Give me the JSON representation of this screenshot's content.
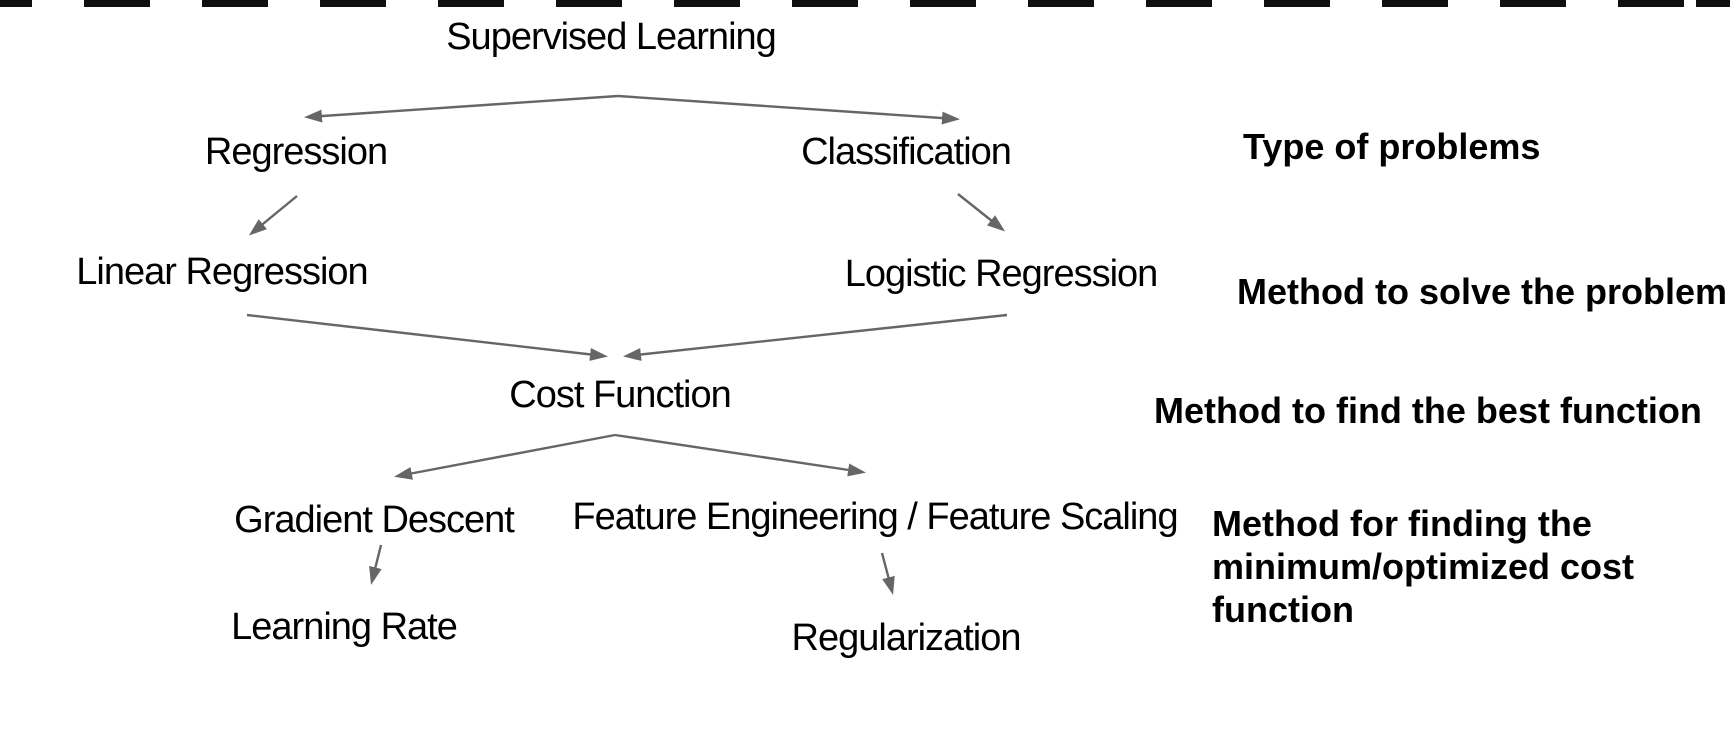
{
  "diagram": {
    "title": "Supervised Learning",
    "arrow_color": "#666666",
    "text_color": "#000000",
    "background_color": "#ffffff",
    "dashed_border_color": "#101010"
  },
  "nodes": {
    "supervised_learning": "Supervised Learning",
    "regression": "Regression",
    "classification": "Classification",
    "linear_regression": "Linear Regression",
    "logistic_regression": "Logistic Regression",
    "cost_function": "Cost Function",
    "gradient_descent": "Gradient Descent",
    "feature_engineering": "Feature Engineering / Feature Scaling",
    "learning_rate": "Learning Rate",
    "regularization": "Regularization"
  },
  "annotations": {
    "type_of_problems": "Type of problems",
    "method_solve": "Method to solve the problem",
    "method_find": "Method to find the best function",
    "method_minimum": {
      "lines": [
        "Method for finding the",
        "minimum/optimized cost",
        "function"
      ]
    }
  },
  "edges": [
    {
      "from": "supervised_learning",
      "to": "regression"
    },
    {
      "from": "supervised_learning",
      "to": "classification"
    },
    {
      "from": "regression",
      "to": "linear_regression"
    },
    {
      "from": "classification",
      "to": "logistic_regression"
    },
    {
      "from": "linear_regression",
      "to": "cost_function"
    },
    {
      "from": "logistic_regression",
      "to": "cost_function"
    },
    {
      "from": "cost_function",
      "to": "gradient_descent"
    },
    {
      "from": "cost_function",
      "to": "feature_engineering"
    },
    {
      "from": "gradient_descent",
      "to": "learning_rate"
    },
    {
      "from": "feature_engineering",
      "to": "regularization"
    }
  ]
}
